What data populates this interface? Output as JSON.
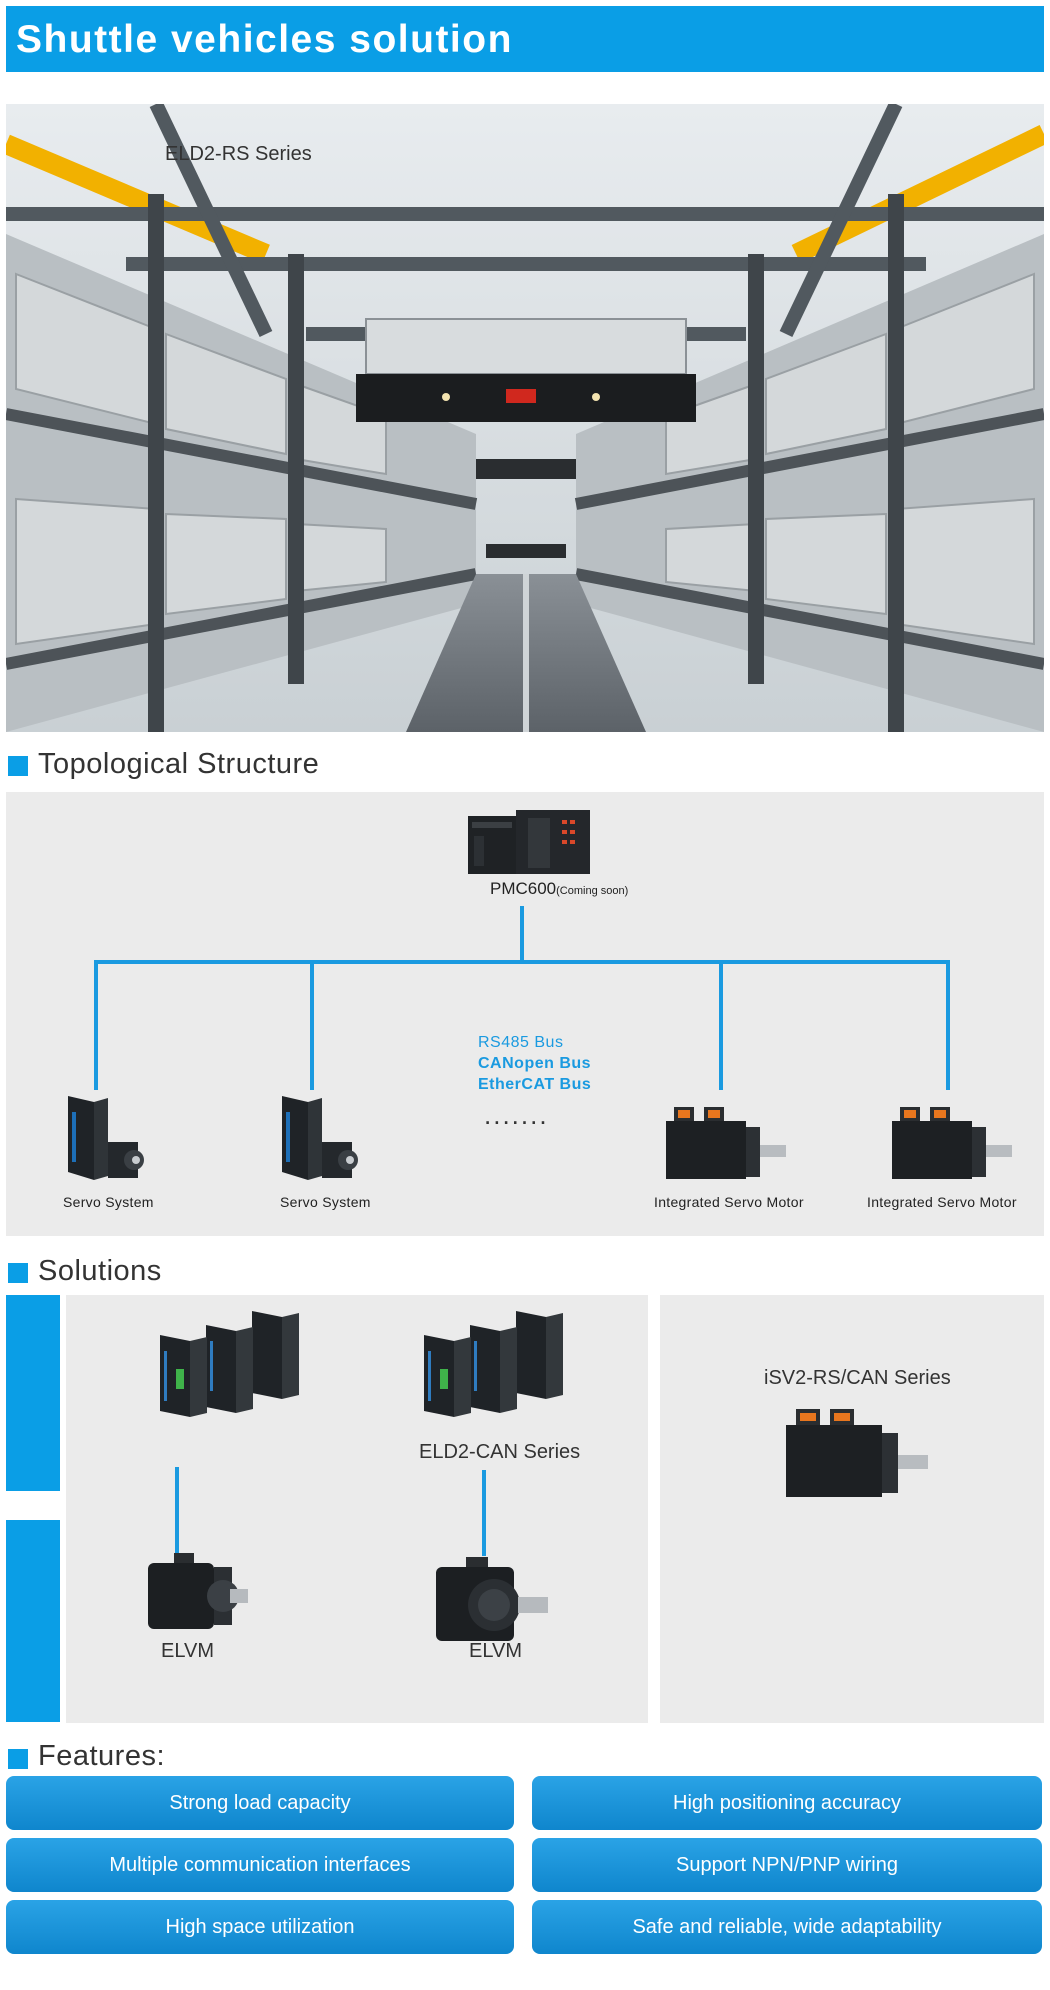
{
  "header": {
    "title": "Shuttle vehicles solution"
  },
  "sections": {
    "topology": "Topological Structure",
    "solutions": "Solutions",
    "features": "Features:"
  },
  "topology": {
    "controller": {
      "name": "PMC600",
      "note": "(Coming soon)"
    },
    "buses": [
      "RS485 Bus",
      "CANopen Bus",
      "EtherCAT Bus"
    ],
    "ellipsis": ".......",
    "devices": [
      "Servo  System",
      "Servo  System",
      "Integrated Servo Motor",
      "Integrated Servo Motor"
    ]
  },
  "solutions": {
    "left": [
      {
        "driver": "ELD2-RS Series",
        "motor": "ELVM"
      },
      {
        "driver": "ELD2-CAN Series",
        "motor": "ELVM"
      }
    ],
    "right": {
      "title": "iSV2-RS/CAN Series"
    }
  },
  "features": [
    "Strong load capacity",
    "High positioning accuracy",
    "Multiple communication interfaces",
    "Support NPN/PNP wiring",
    "High space utilization",
    "Safe and reliable, wide adaptability"
  ],
  "colors": {
    "accent": "#0a9ee6",
    "panel": "#ebebeb"
  }
}
